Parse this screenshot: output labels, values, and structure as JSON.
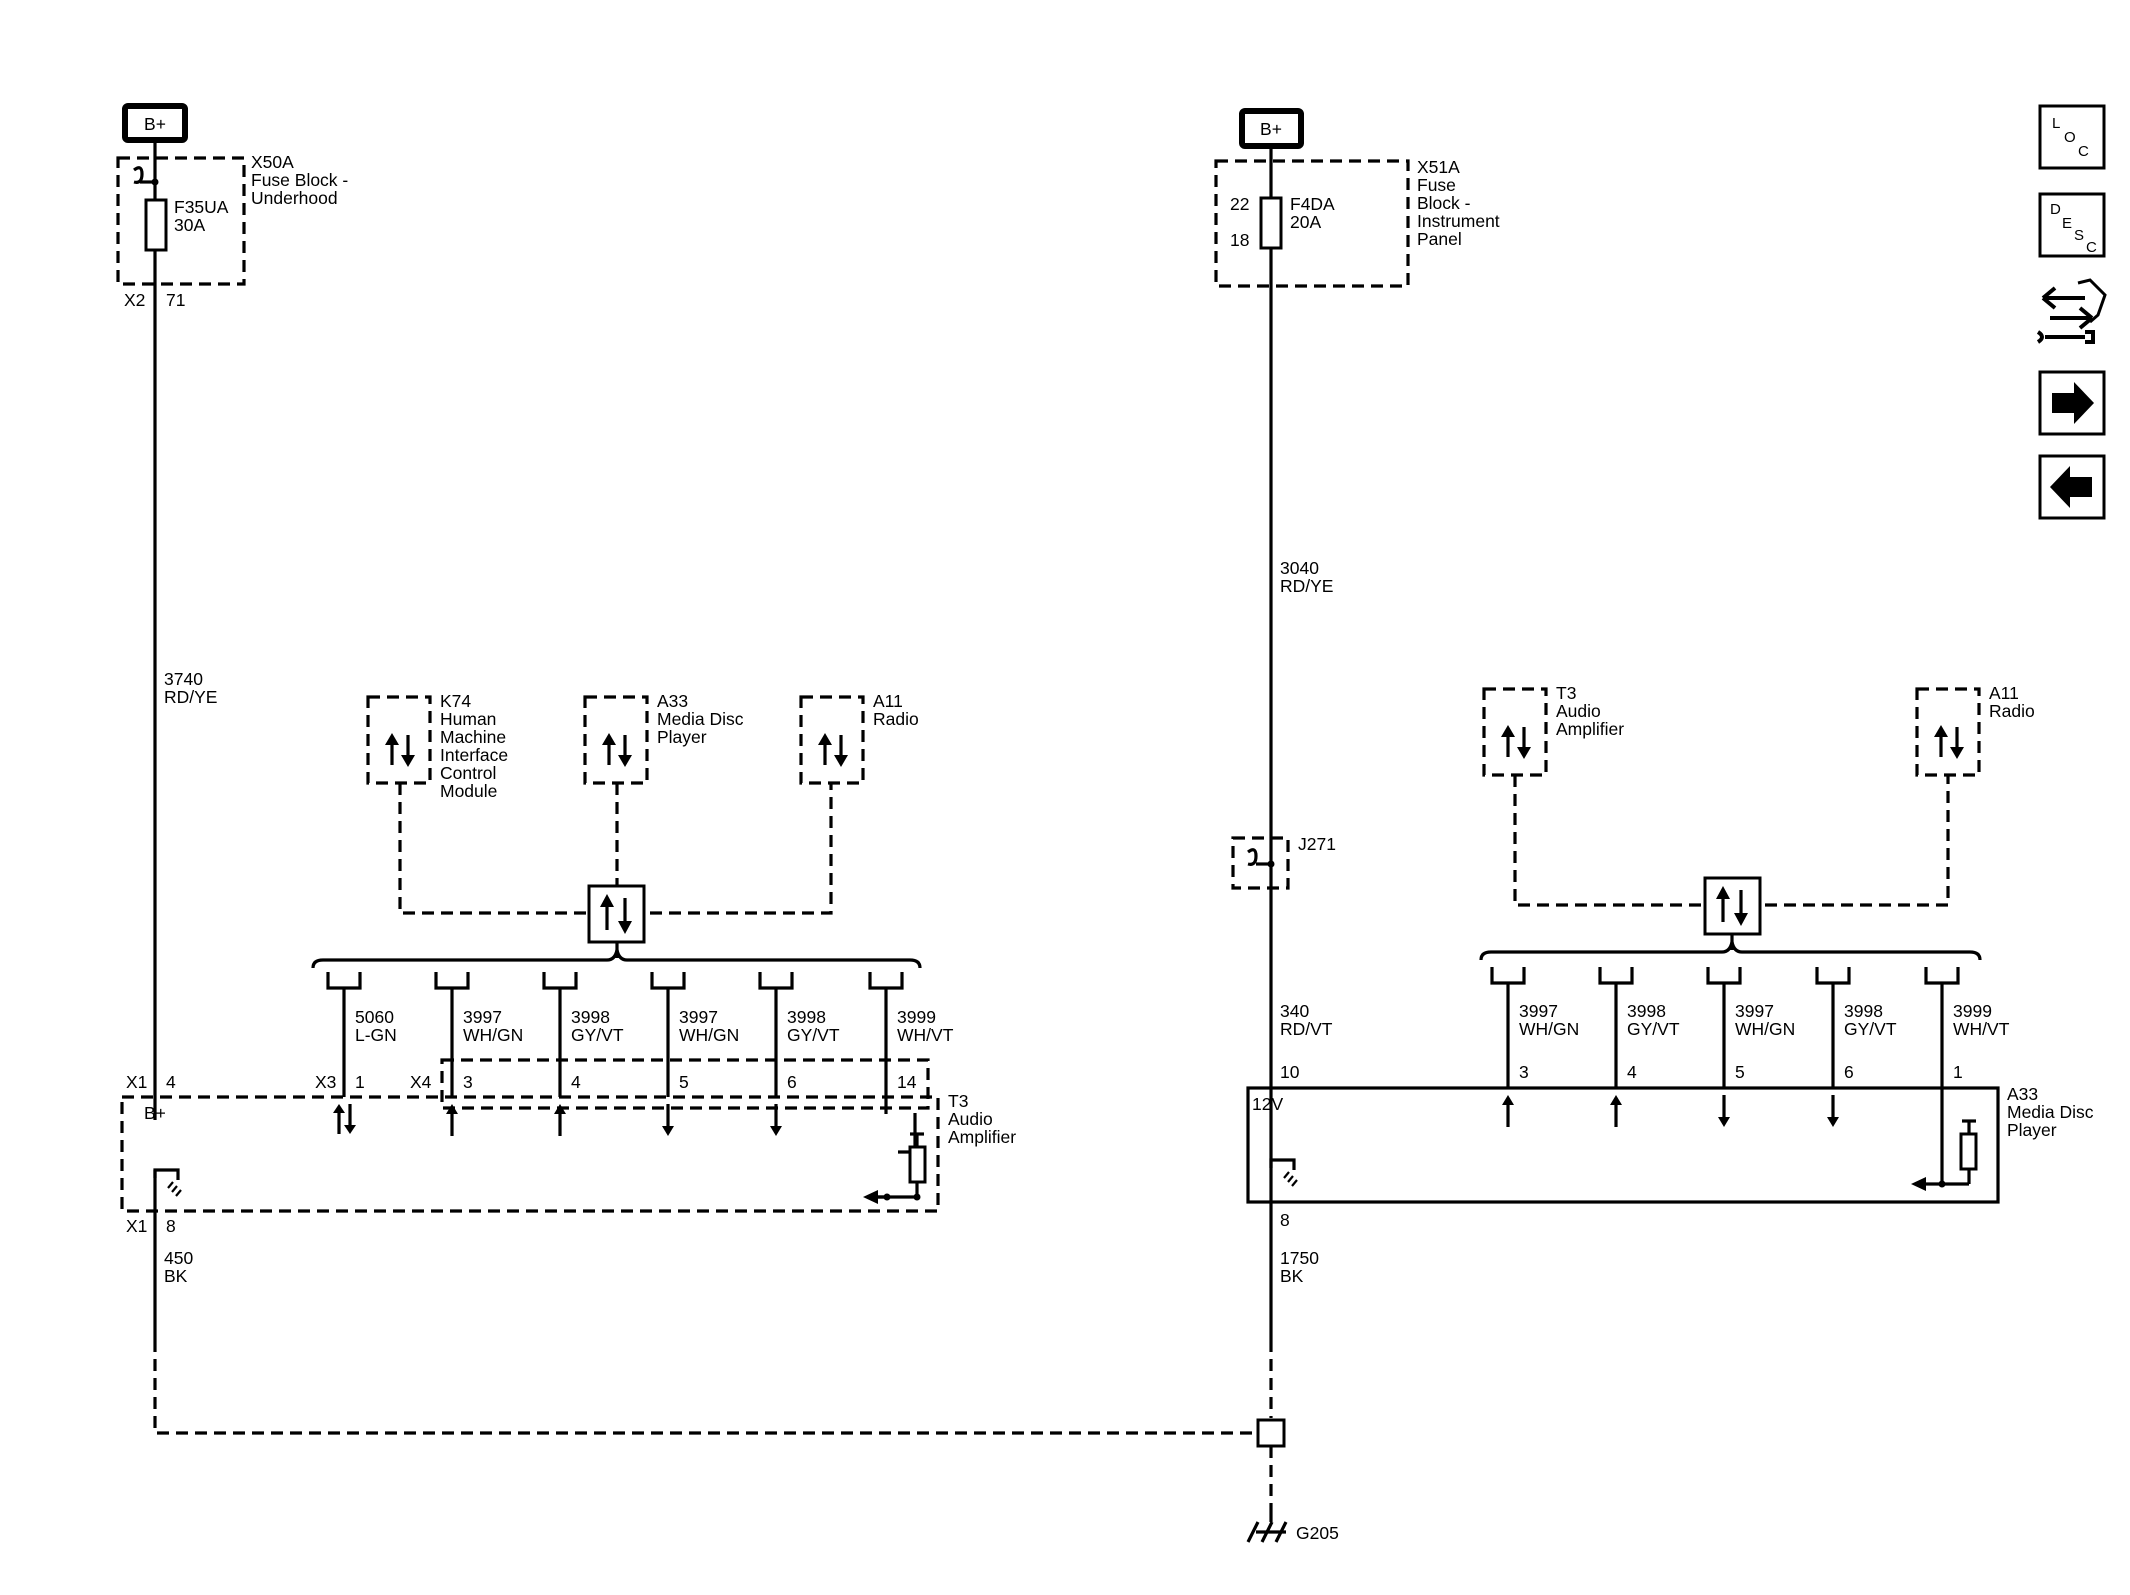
{
  "left_circuit": {
    "battery": "B+",
    "fuse_block": {
      "id": "X50A",
      "lines": [
        "Fuse Block -",
        "Underhood"
      ]
    },
    "fuse": {
      "id": "F35UA",
      "rating": "30A"
    },
    "fuse_connector": {
      "conn": "X2",
      "pin": "71"
    },
    "feed_wire": {
      "circuit": "3740",
      "color": "RD/YE"
    },
    "modules": [
      {
        "id": "K74",
        "lines": [
          "Human",
          "Machine",
          "Interface",
          "Control",
          "Module"
        ]
      },
      {
        "id": "A33",
        "lines": [
          "Media Disc",
          "Player"
        ]
      },
      {
        "id": "A11",
        "lines": [
          "Radio"
        ]
      }
    ],
    "wires": [
      {
        "circuit": "5060",
        "color": "L-GN",
        "pin": "1"
      },
      {
        "circuit": "3997",
        "color": "WH/GN",
        "pin": "3"
      },
      {
        "circuit": "3998",
        "color": "GY/VT",
        "pin": "4"
      },
      {
        "circuit": "3997",
        "color": "WH/GN",
        "pin": "5"
      },
      {
        "circuit": "3998",
        "color": "GY/VT",
        "pin": "6"
      },
      {
        "circuit": "3999",
        "color": "WH/VT",
        "pin": "14"
      }
    ],
    "connectors": {
      "power": "X1",
      "power_pin": "4",
      "x3": "X3",
      "x4": "X4",
      "ground": "X1",
      "ground_pin": "8"
    },
    "power_label": "B+",
    "device": {
      "id": "T3",
      "lines": [
        "Audio",
        "Amplifier"
      ]
    },
    "ground_wire": {
      "circuit": "450",
      "color": "BK"
    }
  },
  "right_circuit": {
    "battery": "B+",
    "fuse_block": {
      "id": "X51A",
      "lines": [
        "Fuse",
        "Block -",
        "Instrument",
        "Panel"
      ]
    },
    "fuse": {
      "id": "F4DA",
      "rating": "20A",
      "pin_in": "22",
      "pin_out": "18"
    },
    "feed_wire": {
      "circuit": "3040",
      "color": "RD/YE"
    },
    "splice": "J271",
    "modules": [
      {
        "id": "T3",
        "lines": [
          "Audio",
          "Amplifier"
        ]
      },
      {
        "id": "A11",
        "lines": [
          "Radio"
        ]
      }
    ],
    "power_wire": {
      "circuit": "340",
      "color": "RD/VT",
      "pin": "10"
    },
    "wires": [
      {
        "circuit": "3997",
        "color": "WH/GN",
        "pin": "3"
      },
      {
        "circuit": "3998",
        "color": "GY/VT",
        "pin": "4"
      },
      {
        "circuit": "3997",
        "color": "WH/GN",
        "pin": "5"
      },
      {
        "circuit": "3998",
        "color": "GY/VT",
        "pin": "6"
      },
      {
        "circuit": "3999",
        "color": "WH/VT",
        "pin": "1"
      }
    ],
    "power_label": "12V",
    "device": {
      "id": "A33",
      "lines": [
        "Media Disc",
        "Player"
      ]
    },
    "ground_pin": "8",
    "ground_wire": {
      "circuit": "1750",
      "color": "BK"
    }
  },
  "ground": {
    "id": "G205"
  },
  "nav": {
    "loc": [
      "L",
      "O",
      "C"
    ],
    "desc": [
      "D",
      "E",
      "S",
      "C"
    ]
  }
}
